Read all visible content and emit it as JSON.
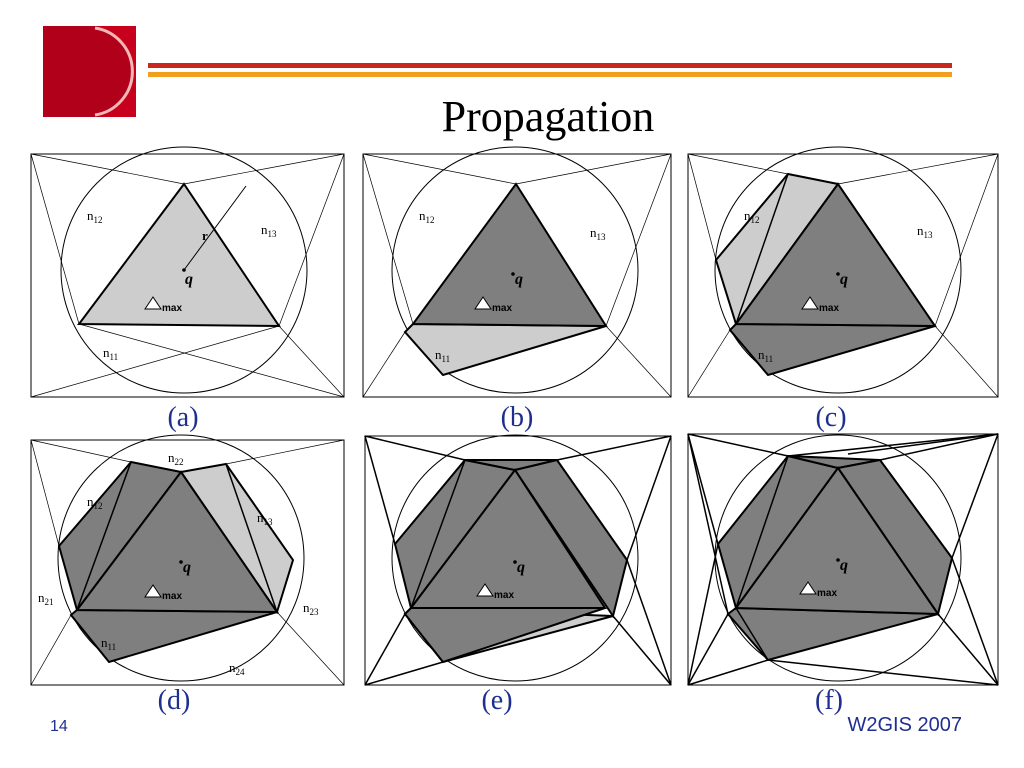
{
  "slide": {
    "title": "Propagation",
    "page_number": "14",
    "footer": "W2GIS 2007"
  },
  "colors": {
    "light_gray": "#cdcdcd",
    "dark_gray": "#7f7f7f",
    "caption_blue": "#1f2f8f",
    "rule_red": "#c8281e",
    "rule_orange": "#f0a01e",
    "logo_red": "#c8001e"
  },
  "panels": [
    {
      "caption": "(a)",
      "labels": {
        "q": "q",
        "max": "max",
        "r": "r",
        "n11": "n11",
        "n12": "n12",
        "n13": "n13"
      }
    },
    {
      "caption": "(b)",
      "labels": {
        "q": "q",
        "max": "max",
        "n11": "n11",
        "n12": "n12",
        "n13": "n13"
      }
    },
    {
      "caption": "(c)",
      "labels": {
        "q": "q",
        "max": "max",
        "n11": "n11",
        "n12": "n12",
        "n13": "n13"
      }
    },
    {
      "caption": "(d)",
      "labels": {
        "q": "q",
        "max": "max",
        "n11": "n11",
        "n12": "n12",
        "n13": "n13",
        "n21": "n21",
        "n22": "n22",
        "n23": "n23",
        "n24": "n24"
      }
    },
    {
      "caption": "(e)",
      "labels": {
        "q": "q",
        "max": "max"
      }
    },
    {
      "caption": "(f)",
      "labels": {
        "q": "q",
        "max": "max"
      }
    }
  ]
}
